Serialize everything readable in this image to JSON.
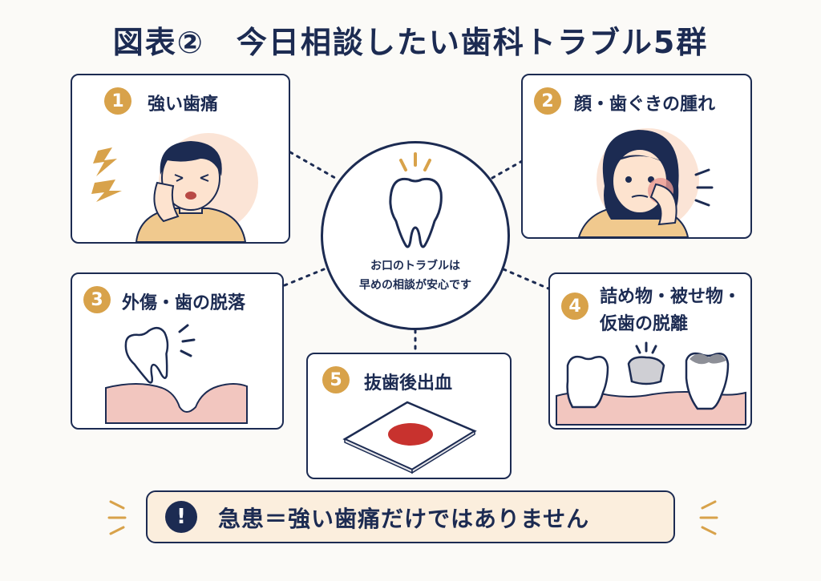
{
  "title": "図表②　今日相談したい歯科トラブル5群",
  "center": {
    "line1": "お口のトラブルは",
    "line2": "早めの相談が安心です"
  },
  "cards": [
    {
      "number": "1",
      "label": "強い歯痛"
    },
    {
      "number": "2",
      "label": "顔・歯ぐきの腫れ"
    },
    {
      "number": "3",
      "label": "外傷・歯の脱落"
    },
    {
      "number": "4",
      "label_line1": "詰め物・被せ物・",
      "label_line2": "仮歯の脱離"
    },
    {
      "number": "5",
      "label": "抜歯後出血"
    }
  ],
  "banner": {
    "icon_text": "!",
    "text": "急患＝強い歯痛だけではありません"
  },
  "colors": {
    "navy": "#1c2b52",
    "accent": "#d8a24a",
    "gum": "#f2c6bf",
    "blood": "#c8322e",
    "banner_bg": "#fbeedd"
  },
  "icons": [
    "pain-lightning-icon",
    "tooth-icon",
    "gauze-icon",
    "exclamation-icon"
  ]
}
